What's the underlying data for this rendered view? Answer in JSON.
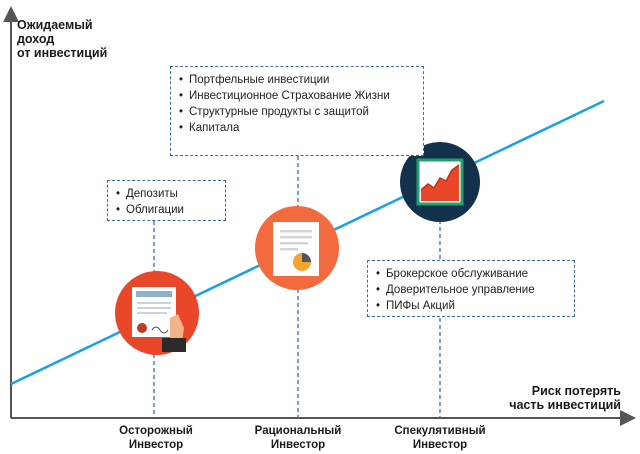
{
  "axis_y_label": [
    "Ожидаемый",
    "доход",
    "от инвестиций"
  ],
  "axis_x_label": [
    "Риск потерять",
    "часть инвестиций"
  ],
  "boxes": {
    "cautious": [
      "Депозиты",
      "Облигации"
    ],
    "rational": [
      "Портфельные инвестиции",
      "Инвестиционное Страхование Жизни",
      "Структурные продукты с защитой",
      "Капитала"
    ],
    "speculative": [
      "Брокерское обслуживание",
      "Доверительное управление",
      "ПИФы  Акций"
    ]
  },
  "investors": {
    "cautious": [
      "Осторожный",
      "Инвестор"
    ],
    "rational": [
      "Рациональный",
      "Инвестор"
    ],
    "speculative": [
      "Спекулятивный",
      "Инвестор"
    ]
  },
  "icons": {
    "cautious": "contract-signature-icon",
    "rational": "report-pie-chart-icon",
    "speculative": "growth-chart-icon"
  },
  "colors": {
    "trend_line": "#1ba1e2",
    "axis": "#555555",
    "dashed": "#3a6ea5",
    "icon_red": "#e8472a",
    "icon_orange": "#f26a3d",
    "icon_dark": "#12314a"
  }
}
